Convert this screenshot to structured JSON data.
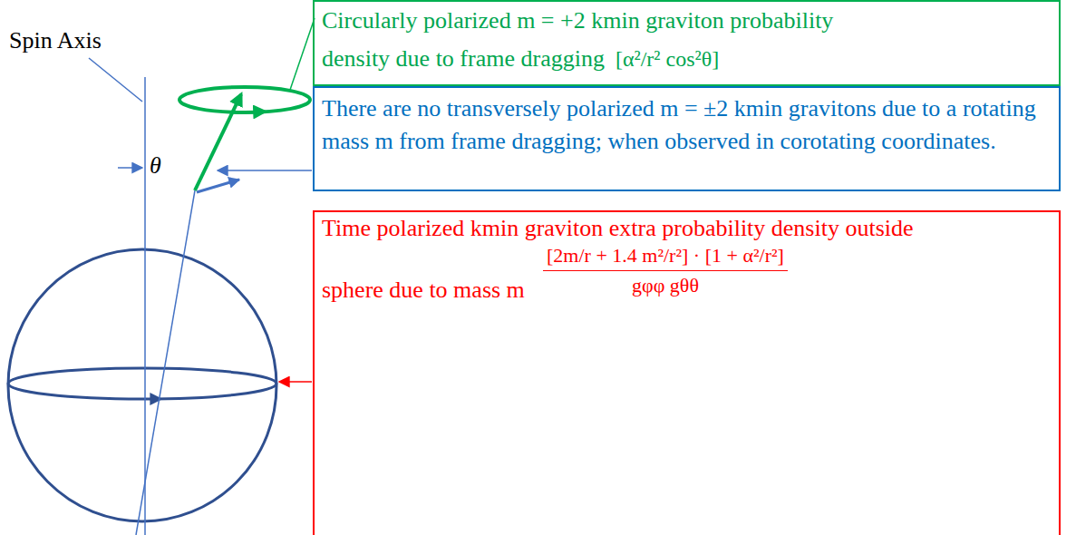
{
  "diagram": {
    "nodes": [
      {
        "text": [
          "Circularly polarized m = +2 kmin graviton probability density due to frame dragging",
          "[α²/r² cos²θ]"
        ]
      },
      {
        "text": [
          "There are no transversely polarized m = ±2 kmin gravitons due to a rotating mass m from frame dragging; when observed in corotating coordinates."
        ]
      },
      {
        "text": [
          "Time polarized kmin graviton extra probability density outside sphere due to mass m",
          "[2m/r + 1.4 m²/r²] · [1 + α²/r²]",
          "gφφ gθθ"
        ]
      }
    ],
    "labels": [
      "Spin Axis",
      "θ"
    ]
  }
}
